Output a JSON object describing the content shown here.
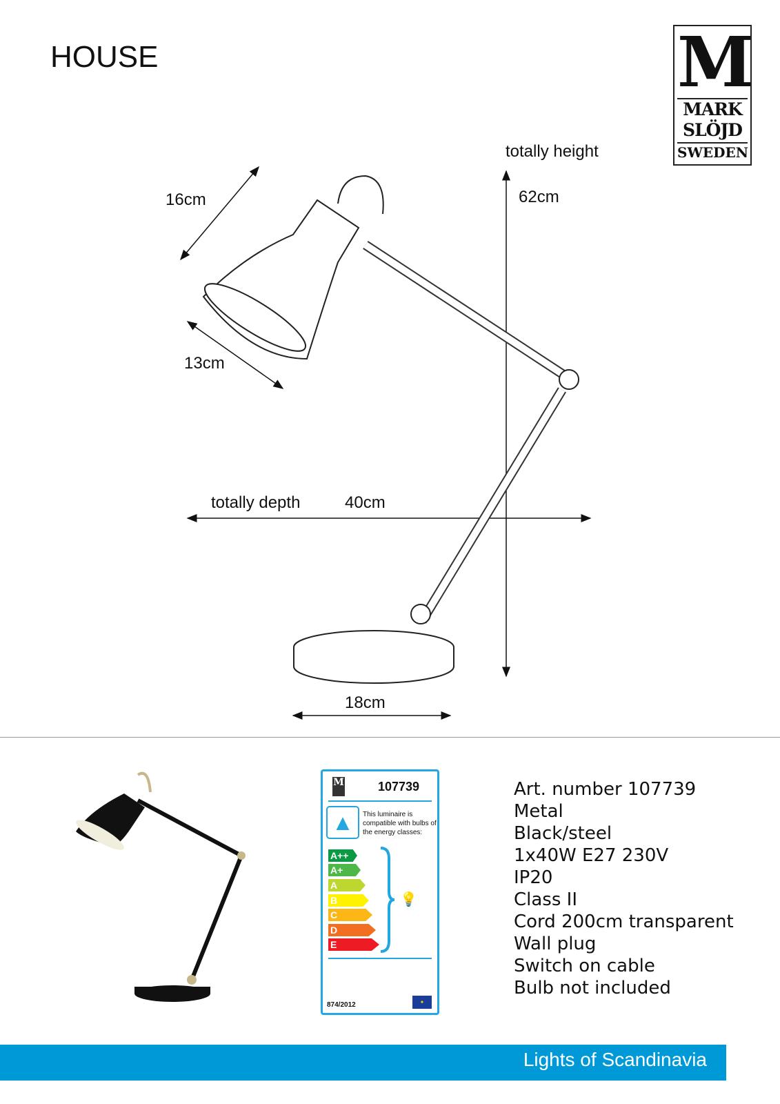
{
  "title": "HOUSE",
  "logo": {
    "mark": "M",
    "line1": "MARK",
    "line2": "SLÖJD",
    "line3": "SWEDEN"
  },
  "dimensions": {
    "shade_length": "16cm",
    "shade_diameter": "13cm",
    "height_label": "totally height",
    "height": "62cm",
    "depth_label": "totally depth",
    "depth": "40cm",
    "base": "18cm"
  },
  "energy_label": {
    "art": "107739",
    "text": "This luminaire is compatible with bulbs of the energy classes:",
    "classes": [
      {
        "name": "A++",
        "color": "#0a9a44"
      },
      {
        "name": "A+",
        "color": "#4db848"
      },
      {
        "name": "A",
        "color": "#bdd630"
      },
      {
        "name": "B",
        "color": "#fff200"
      },
      {
        "name": "C",
        "color": "#fcb616"
      },
      {
        "name": "D",
        "color": "#f26f22"
      },
      {
        "name": "E",
        "color": "#ed1c24"
      }
    ],
    "regulation": "874/2012"
  },
  "specs": [
    "Art. number 107739",
    "Metal",
    "Black/steel",
    "1x40W E27 230V",
    "IP20",
    "Class II",
    "Cord 200cm transparent",
    "Wall plug",
    "Switch on cable",
    "Bulb not included"
  ],
  "footer": "Lights of Scandinavia"
}
